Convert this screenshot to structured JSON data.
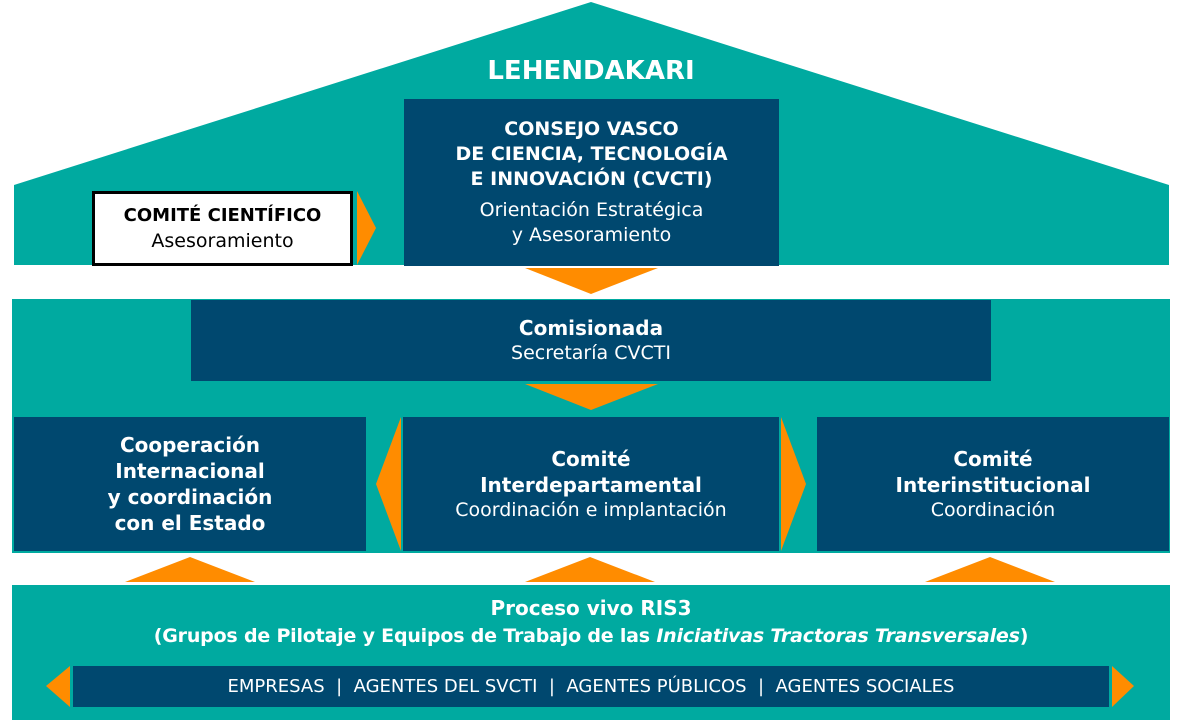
{
  "colors": {
    "teal": "#00aaa0",
    "navy": "#00486f",
    "orange": "#ff8c00"
  },
  "top": {
    "title": "LEHENDAKARI"
  },
  "comite_cientifico": {
    "title": "COMITÉ CIENTÍFICO",
    "subtitle": "Asesoramiento"
  },
  "cvcti": {
    "title_lines": [
      "CONSEJO VASCO",
      "DE CIENCIA, TECNOLOGÍA",
      "E INNOVACIÓN (CVCTI)"
    ],
    "subtitle_lines": [
      "Orientación Estratégica",
      "y Asesoramiento"
    ]
  },
  "comisionada": {
    "title": "Comisionada",
    "subtitle": "Secretaría CVCTI"
  },
  "cooperacion": {
    "title_lines": [
      "Cooperación",
      "Internacional",
      "y coordinación",
      "con el Estado"
    ]
  },
  "interdepartamental": {
    "title_lines": [
      "Comité",
      "Interdepartamental"
    ],
    "subtitle": "Coordinación e implantación"
  },
  "interinstitucional": {
    "title_lines": [
      "Comité",
      "Interinstitucional"
    ],
    "subtitle": "Coordinación"
  },
  "ris3": {
    "title": "Proceso vivo RIS3",
    "line2_prefix": "(Grupos de Pilotaje y Equipos de Trabajo de las ",
    "line2_italic": "Iniciativas Tractoras Transversales",
    "line2_suffix": ")"
  },
  "agents": {
    "text": "EMPRESAS  |  AGENTES DEL SVCTI  |  AGENTES PÚBLICOS  |  AGENTES SOCIALES"
  }
}
